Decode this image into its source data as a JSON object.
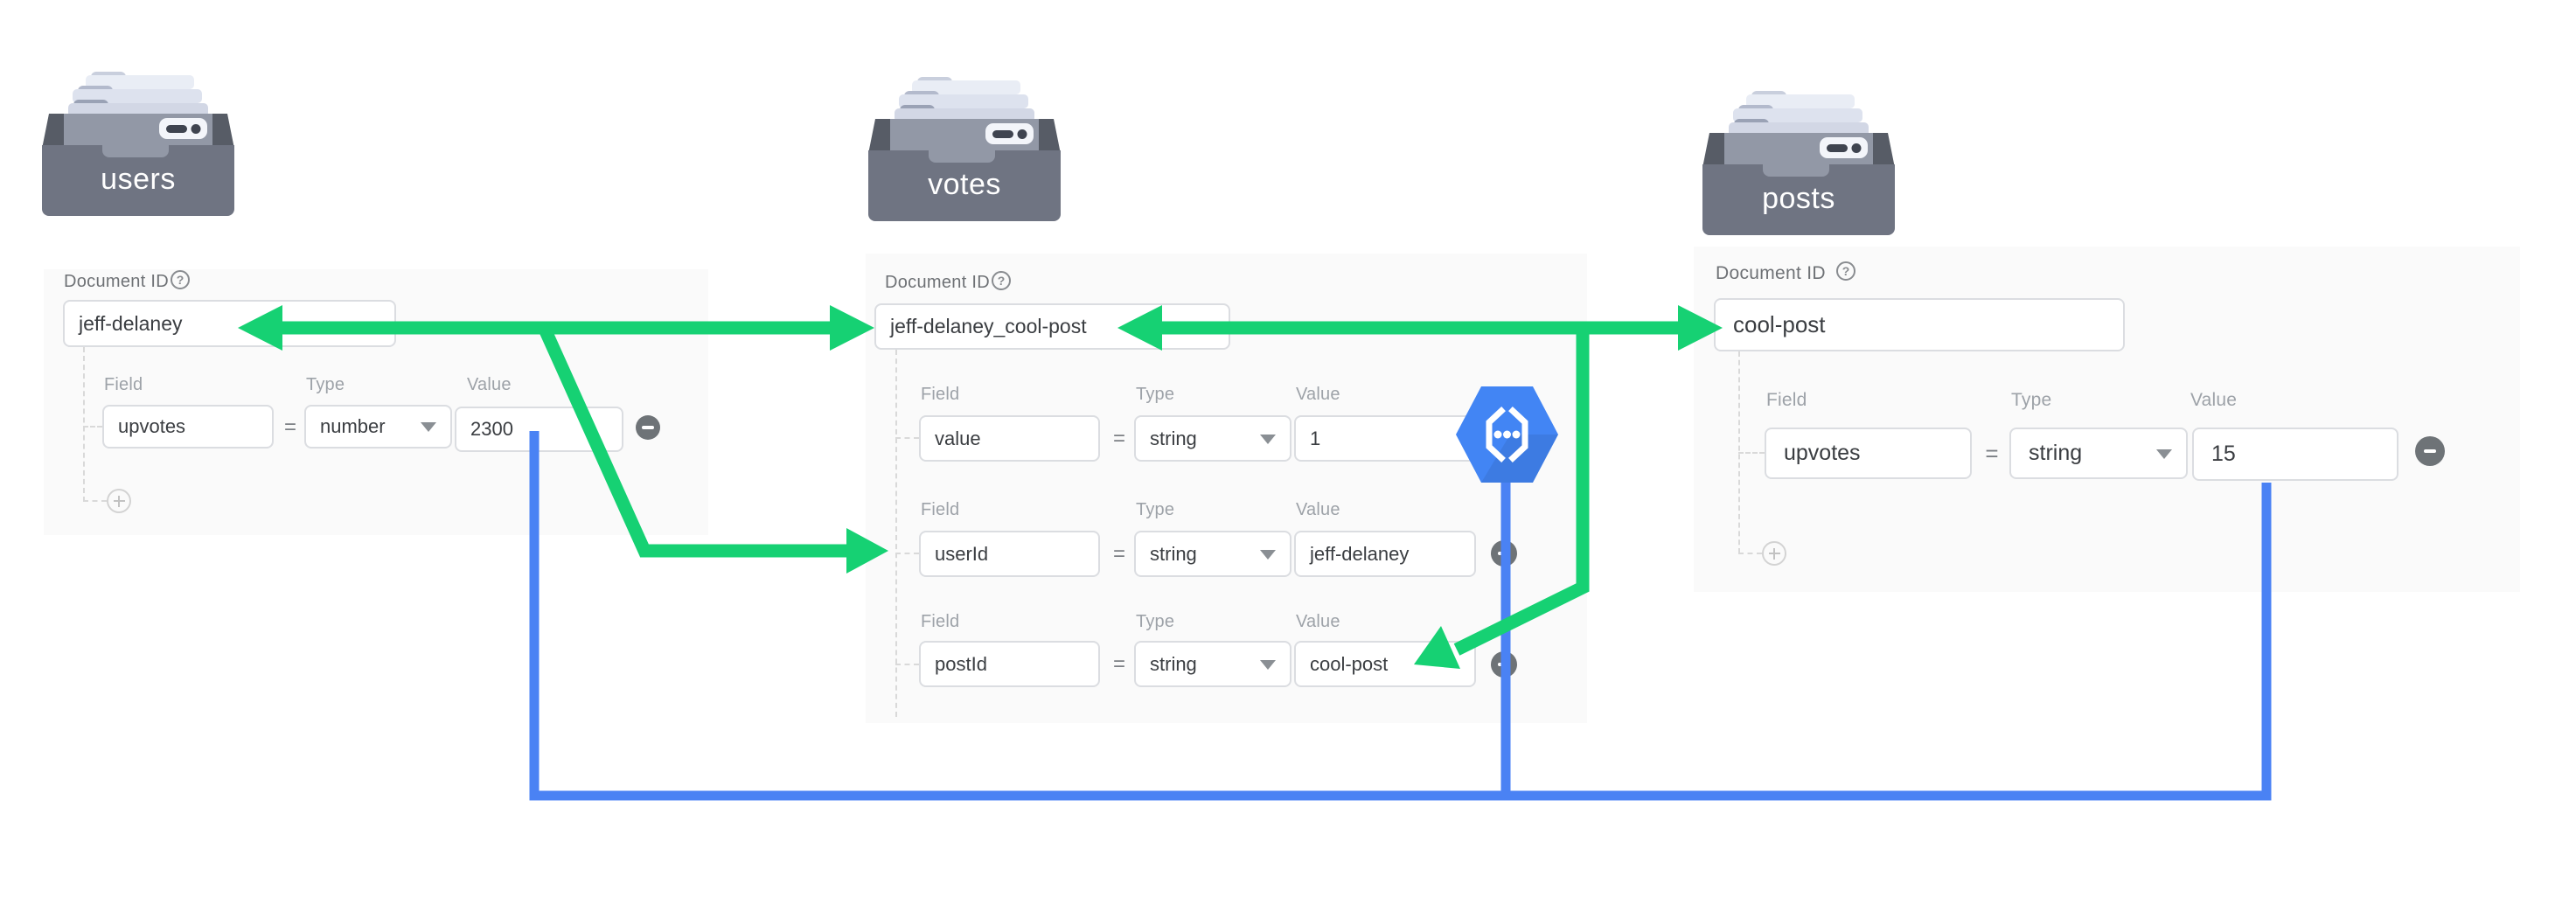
{
  "labels": {
    "document_id": "Document ID",
    "help": "?",
    "field": "Field",
    "type": "Type",
    "value": "Value",
    "equals": "="
  },
  "colors": {
    "arrow_green": "#16d173",
    "line_blue": "#4a82f4",
    "hexagon_blue": "#4285f4",
    "panel_bg": "#fafafa",
    "minus_gray": "#6e7377"
  },
  "collections": {
    "users": {
      "name": "users",
      "doc_id": "jeff-delaney",
      "fields": [
        {
          "name": "upvotes",
          "type": "number",
          "value": "2300"
        }
      ]
    },
    "votes": {
      "name": "votes",
      "doc_id": "jeff-delaney_cool-post",
      "fields": [
        {
          "name": "value",
          "type": "string",
          "value": "1"
        },
        {
          "name": "userId",
          "type": "string",
          "value": "jeff-delaney"
        },
        {
          "name": "postId",
          "type": "string",
          "value": "cool-post"
        }
      ]
    },
    "posts": {
      "name": "posts",
      "doc_id": "cool-post",
      "fields": [
        {
          "name": "upvotes",
          "type": "string",
          "value": "15"
        }
      ]
    }
  },
  "icons": {
    "collection_icon": "card-file-drawer",
    "functions_icon": "cloud-functions-hexagon",
    "help_icon": "question-circle",
    "remove_icon": "minus-circle",
    "add_icon": "plus-circle",
    "dropdown_icon": "caret-down"
  }
}
